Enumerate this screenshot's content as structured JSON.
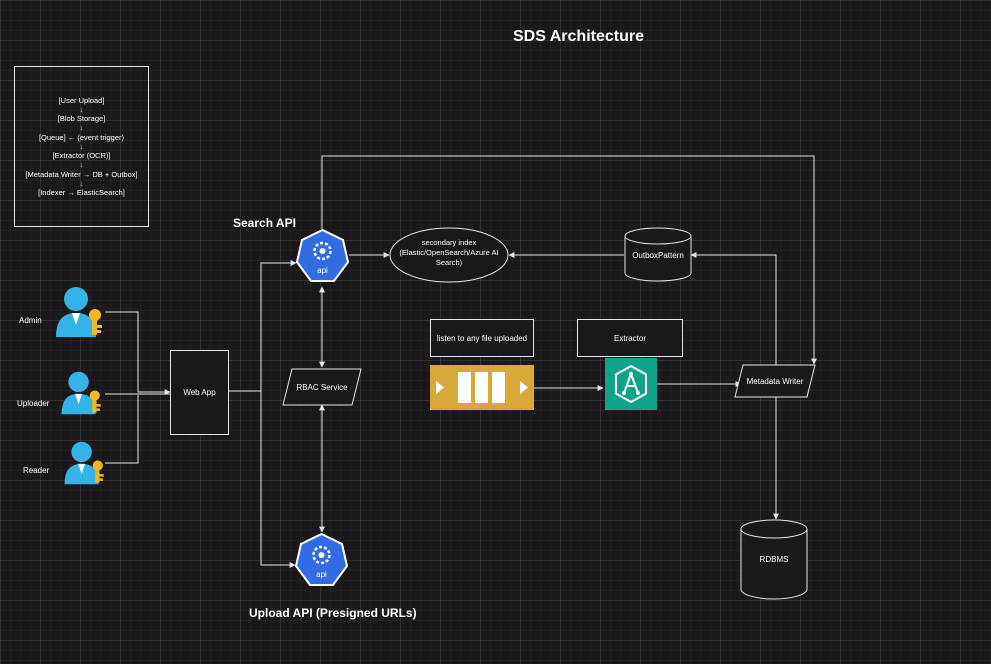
{
  "diagram": {
    "title": "SDS Architecture",
    "flow_steps": [
      "[User Upload]",
      "[Blob Storage]",
      "[Queue] ← (event trigger)",
      "[Extractor (OCR)]",
      "[Metadata Writer → DB + Outbox]",
      "[Indexer → ElasticSearch]"
    ],
    "flow_arrow": "↓",
    "users": {
      "admin": "Admin",
      "uploader": "Uploader",
      "reader": "Reader"
    },
    "web_app": "Web App",
    "search_api": {
      "caption": "Search API",
      "icon_text": "api"
    },
    "upload_api": {
      "caption": "Upload API (Presigned URLs)",
      "icon_text": "api"
    },
    "rbac_service": "RBAC Service",
    "secondary_index": {
      "line1": "secondary index",
      "line2": "(Elastic/OpenSearch/Azure AI",
      "line3": "Search)"
    },
    "outbox_pattern": "OutboxPattern",
    "listen_note": "listen to any file uploaded",
    "extractor": "Extractor",
    "metadata_writer": "Metadata Writer",
    "rdbms": "RDBMS"
  },
  "colors": {
    "background": "#1a181b",
    "stroke": "#e6e6e6",
    "api_blue": "#326ce5",
    "queue_gold": "#d8a838",
    "extractor_teal": "#0fa38a",
    "user_cyan": "#35b3e6",
    "key_gold": "#f2b824"
  }
}
